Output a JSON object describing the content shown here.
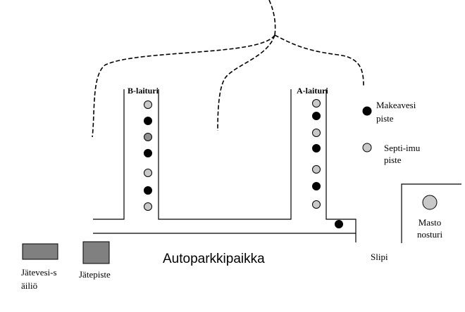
{
  "labels": {
    "b_pier": "B-laituri",
    "a_pier": "A-laituri",
    "freshwater": "Makeavesi piste",
    "septic": "Septi-imupiste",
    "crane": "Masto nosturi",
    "parking": "Autoparkkipaikka",
    "slip": "Slipi",
    "wastewater_tank": "Jätevesi-säiliö",
    "waste_point": "Jätepiste"
  },
  "colors": {
    "freshwater_point": "#000000",
    "septic_point": "#c8c8c8",
    "waste_box": "#808080"
  },
  "icons": [
    "freshwater-point-icon",
    "septic-point-icon",
    "crane-icon",
    "waste-box-icon"
  ]
}
